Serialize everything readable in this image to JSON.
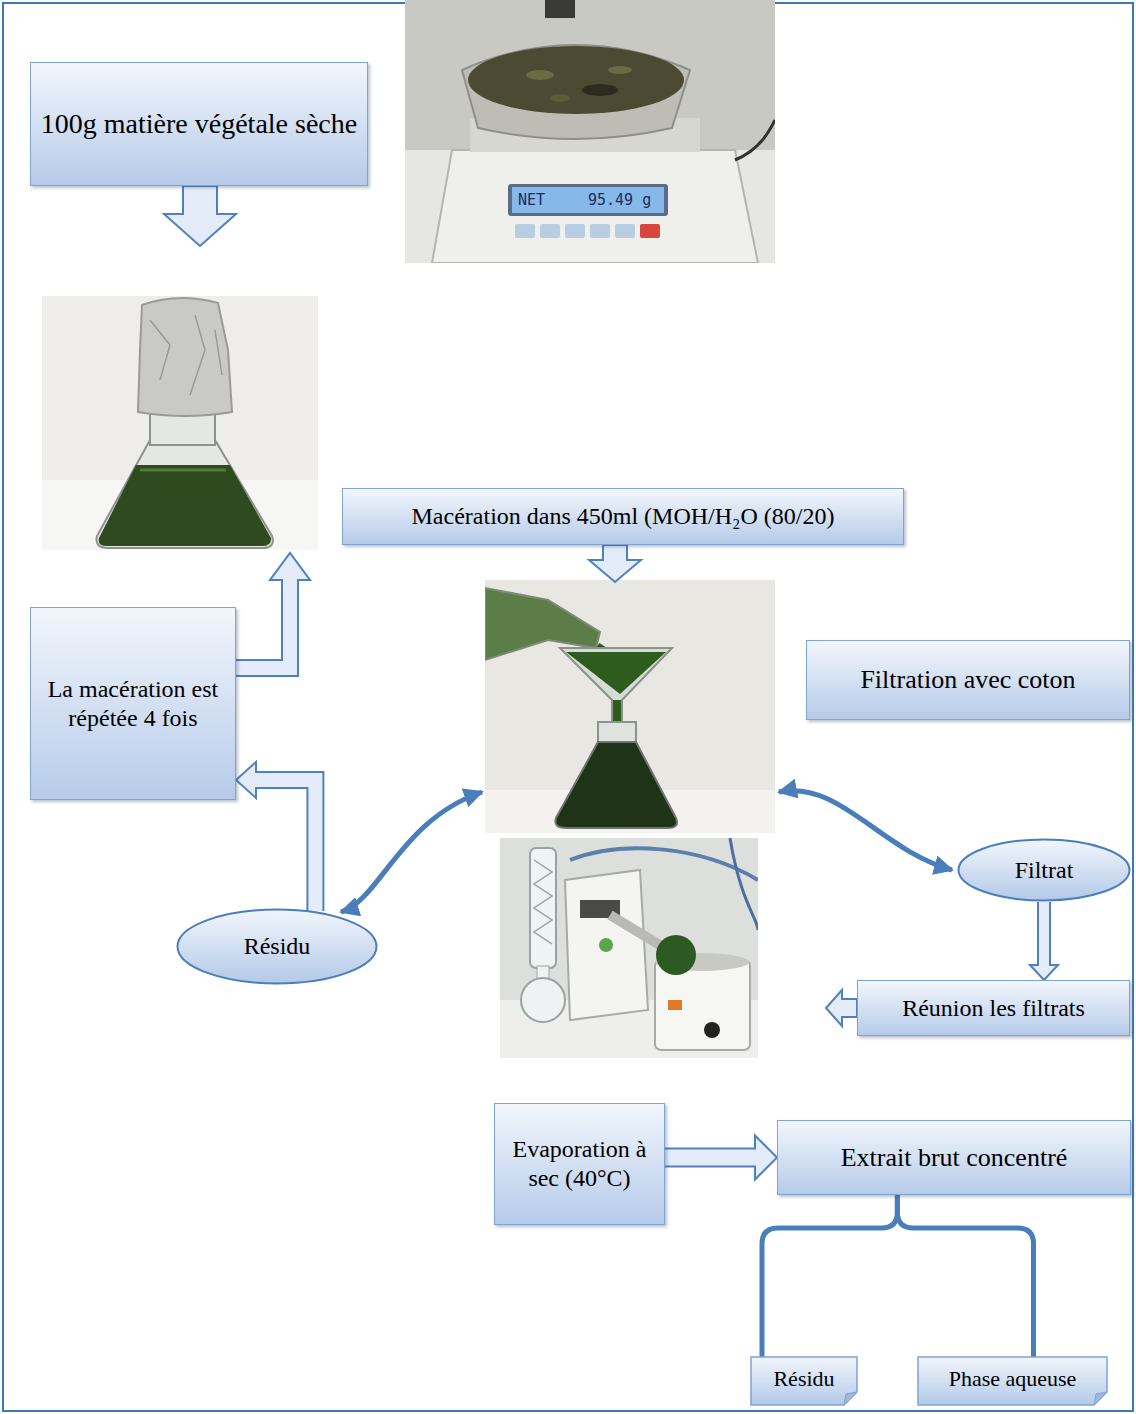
{
  "diagram": {
    "nodes": [
      {
        "text": [
          "100g matière végétale sèche"
        ]
      },
      {
        "text": [
          "Macération dans 450ml (MOH/H₂O (80/20)"
        ]
      },
      {
        "text": [
          "Filtration avec coton"
        ]
      },
      {
        "text": [
          "La macération est répétée 4 fois"
        ]
      },
      {
        "text": [
          "Filtrat"
        ]
      },
      {
        "text": [
          "Résidu"
        ]
      },
      {
        "text": [
          "Réunion les filtrats"
        ]
      },
      {
        "text": [
          "Evaporation à sec (40°C)"
        ]
      },
      {
        "text": [
          "Extrait brut concentré"
        ]
      },
      {
        "text": [
          "Résidu"
        ]
      },
      {
        "text": [
          "Phase aqueuse"
        ]
      }
    ],
    "edges": [
      {
        "from": 5,
        "to": 3,
        "arrow": "to"
      },
      {
        "from": 4,
        "to": 6,
        "arrow": "to"
      },
      {
        "from": 7,
        "to": 8,
        "arrow": "to"
      },
      {
        "from": 8,
        "to": 9,
        "arrow": "none"
      },
      {
        "from": 8,
        "to": 10,
        "arrow": "none"
      }
    ],
    "labels": [
      "NET",
      "95.49 g"
    ]
  }
}
